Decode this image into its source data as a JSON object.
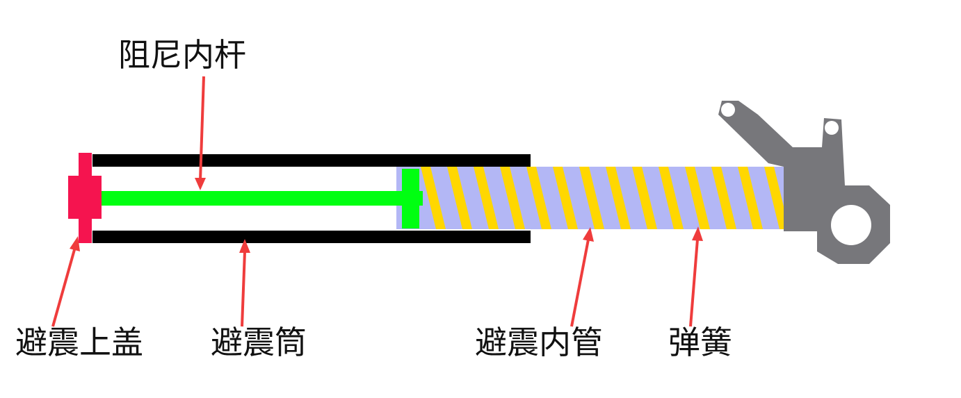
{
  "labels": {
    "damper_rod": "阻尼内杆",
    "top_cap": "避震上盖",
    "outer_tube": "避震筒",
    "inner_tube": "避震内管",
    "spring": "弹簧"
  },
  "colors": {
    "outer_tube": "#000000",
    "top_cap": "#f5144f",
    "damper_rod": "#00ff11",
    "inner_tube": "#b3b7f5",
    "spring": "#ffd700",
    "dropout": "#77777b",
    "arrow": "#ef3c3c"
  }
}
